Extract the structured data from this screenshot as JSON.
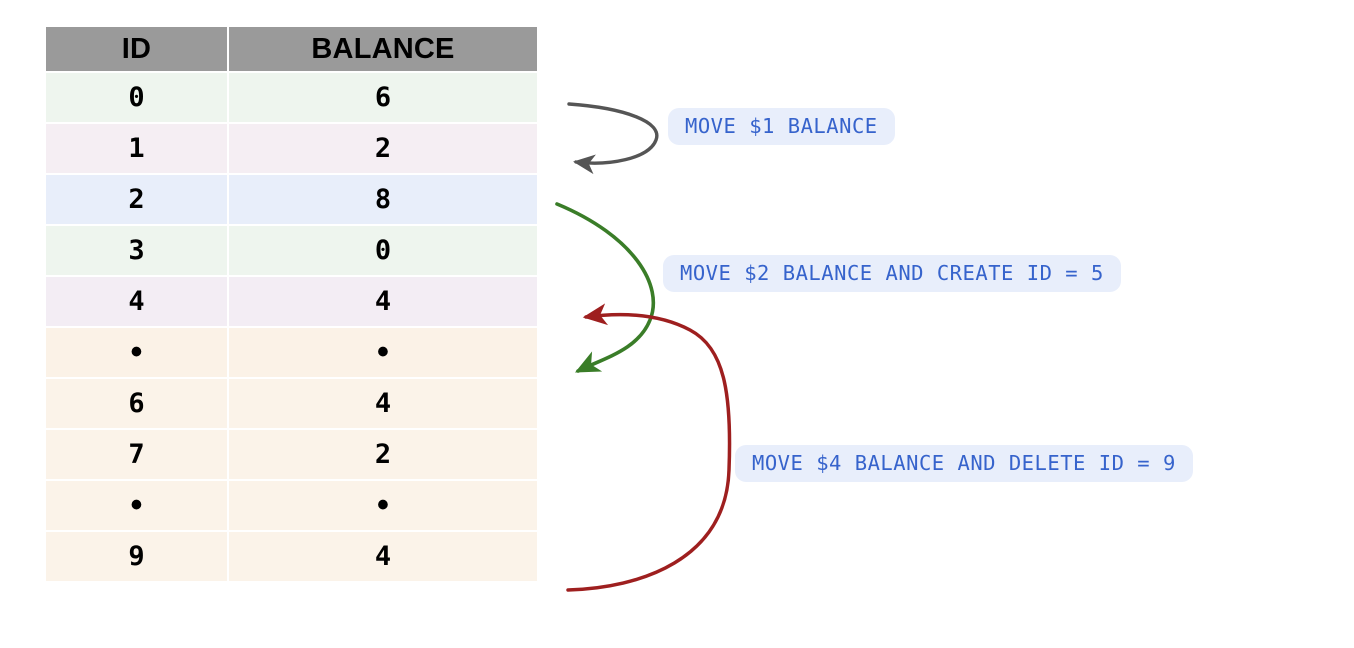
{
  "table": {
    "headers": [
      "ID",
      "BALANCE"
    ],
    "rows": [
      {
        "id": "0",
        "balance": "6",
        "color": "#eef5ee"
      },
      {
        "id": "1",
        "balance": "2",
        "color": "#f5eef3"
      },
      {
        "id": "2",
        "balance": "8",
        "color": "#e8eefa"
      },
      {
        "id": "3",
        "balance": "0",
        "color": "#eef5ee"
      },
      {
        "id": "4",
        "balance": "4",
        "color": "#f3edf4"
      },
      {
        "id": "•",
        "balance": "•",
        "color": "#fbf2e7"
      },
      {
        "id": "6",
        "balance": "4",
        "color": "#fbf3e9"
      },
      {
        "id": "7",
        "balance": "2",
        "color": "#fbf3e9"
      },
      {
        "id": "•",
        "balance": "•",
        "color": "#fbf3e9"
      },
      {
        "id": "9",
        "balance": "4",
        "color": "#fbf3e9"
      }
    ],
    "header_bg": "#9a9a9a",
    "header_fg": "#000000"
  },
  "callouts": [
    {
      "id": "callout-1",
      "text": "MOVE $1 BALANCE"
    },
    {
      "id": "callout-2",
      "text": "MOVE $2 BALANCE AND CREATE ID = 5"
    },
    {
      "id": "callout-3",
      "text": "MOVE $4 BALANCE AND DELETE ID = 9"
    }
  ],
  "arrows": [
    {
      "name": "gray-arrow",
      "color": "#555555",
      "from_row": "1",
      "to_row": "1",
      "label": "MOVE $1 BALANCE"
    },
    {
      "name": "green-arrow",
      "color": "#3a7d28",
      "from_row": "2",
      "to_row": "5",
      "label": "MOVE $2 BALANCE AND CREATE ID = 5"
    },
    {
      "name": "red-arrow",
      "color": "#9e1f1f",
      "from_row": "9",
      "to_row": "4",
      "label": "MOVE $4 BALANCE AND DELETE ID = 9"
    }
  ],
  "colors": {
    "background": "#ffffff",
    "callout_bg": "#e8eefb",
    "callout_fg": "#3663cc",
    "gray_arrow": "#555555",
    "green_arrow": "#3a7d28",
    "red_arrow": "#9e1f1f"
  }
}
